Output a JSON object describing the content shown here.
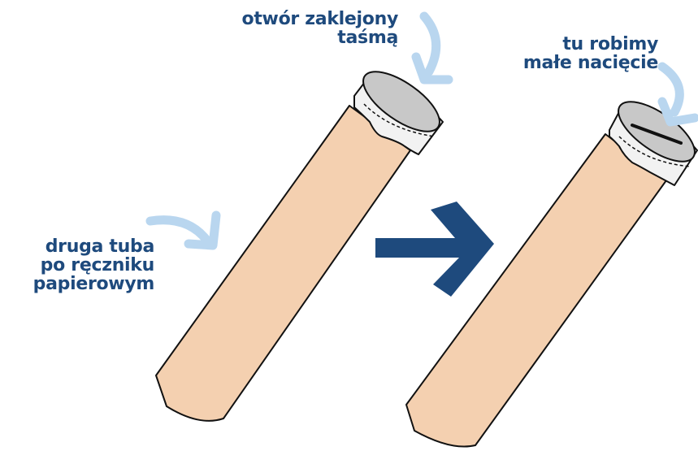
{
  "labels": {
    "tape_hole": [
      "otwór zaklejony",
      "taśmą"
    ],
    "small_cut": [
      "tu robimy",
      "małe nacięcie"
    ],
    "second_tube": [
      "druga tuba",
      "po ręczniku",
      "papierowym"
    ]
  },
  "colors": {
    "tube": "#f4d0b0",
    "cap": "#c8c8c8",
    "tape": "#f2f2f2",
    "outline": "#111111",
    "main_arrow": "#1e4a7d",
    "hint_arrows": "#b9d6ef",
    "label_text": "#1e4a7d"
  },
  "icons": {
    "main_arrow": "right-arrow-icon",
    "hint_arrows": "curved-arrow-icon"
  }
}
